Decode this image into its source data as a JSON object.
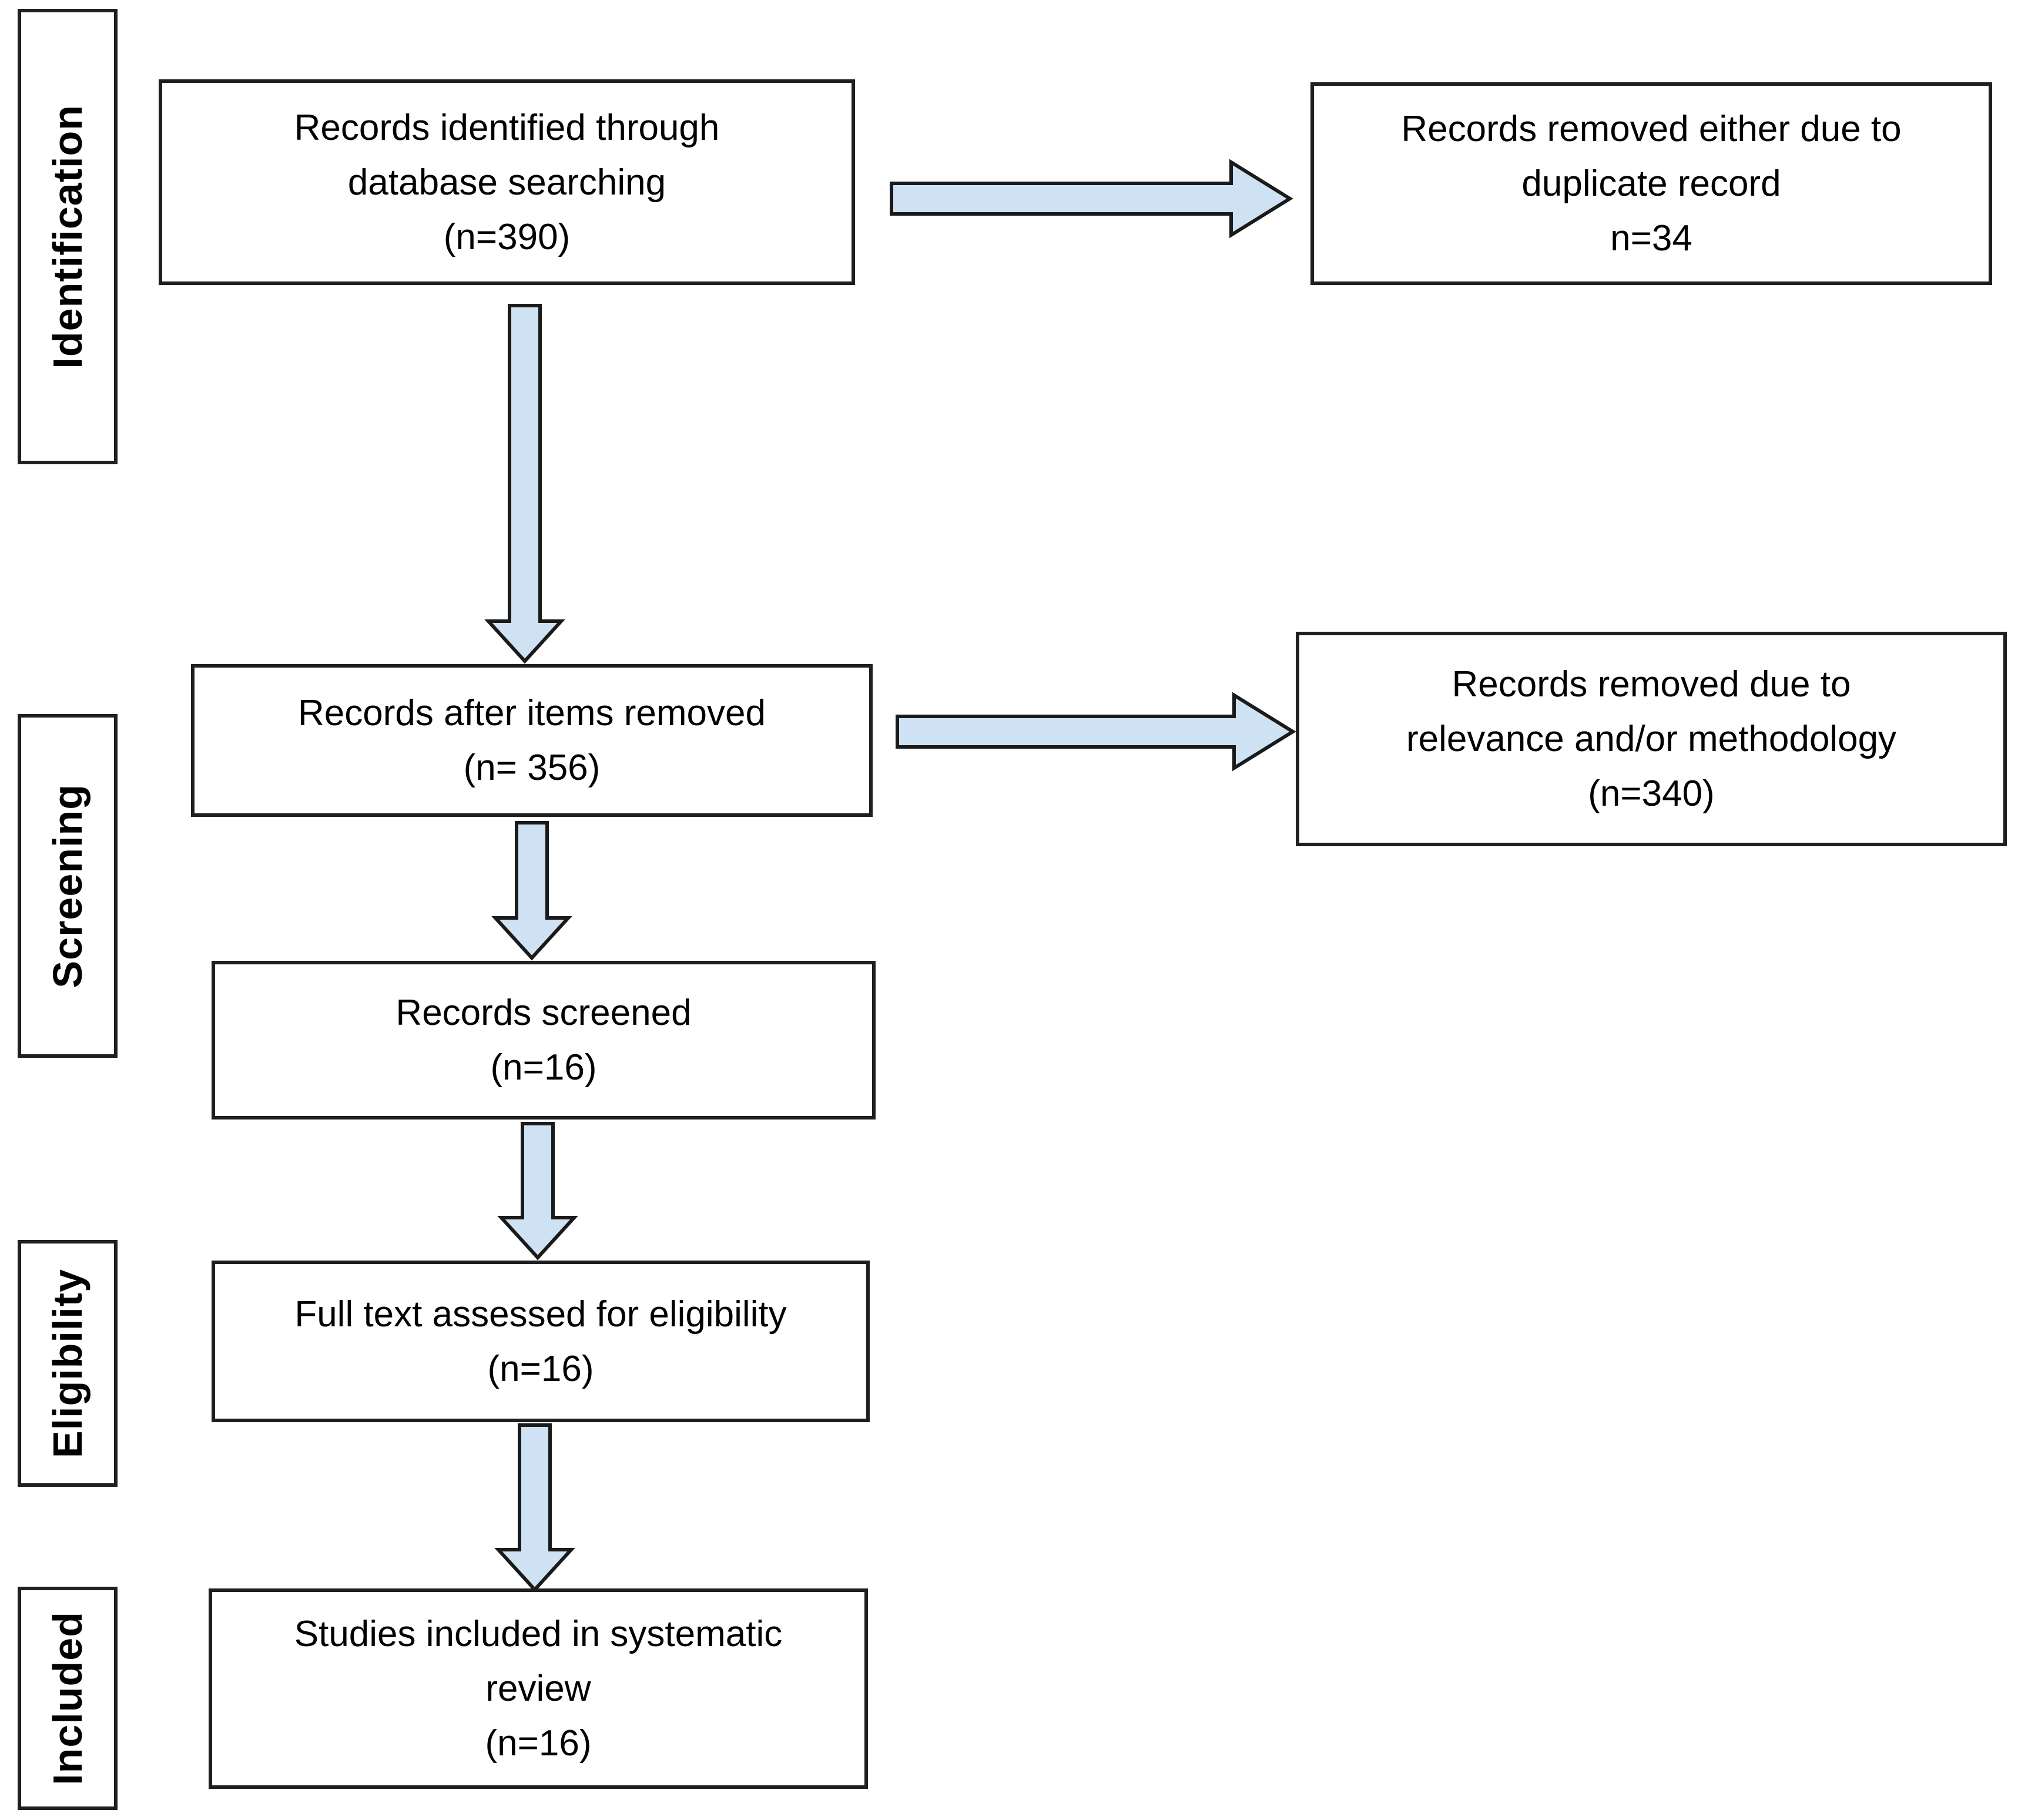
{
  "colors": {
    "arrow_fill": "#cfe2f3",
    "arrow_stroke": "#1a1a1a",
    "box_border": "#1f1f1f",
    "text": "#000000"
  },
  "sidebar": {
    "items": [
      {
        "label": "Identification"
      },
      {
        "label": "Screening"
      },
      {
        "label": "Eligibility"
      },
      {
        "label": "Included"
      }
    ]
  },
  "flow": {
    "identified": {
      "label": "Records identified through\ndatabase searching\n(n=390)"
    },
    "duplicates_removed": {
      "label": "Records removed either due to\nduplicate record\nn=34"
    },
    "after_removed": {
      "label": "Records after items removed\n(n= 356)"
    },
    "relevance_removed": {
      "label": "Records removed due to\nrelevance and/or methodology\n(n=340)"
    },
    "screened": {
      "label": "Records screened\n(n=16)"
    },
    "full_text": {
      "label": "Full text assessed for eligibility\n(n=16)"
    },
    "included": {
      "label": "Studies included in systematic\nreview\n(n=16)"
    }
  }
}
